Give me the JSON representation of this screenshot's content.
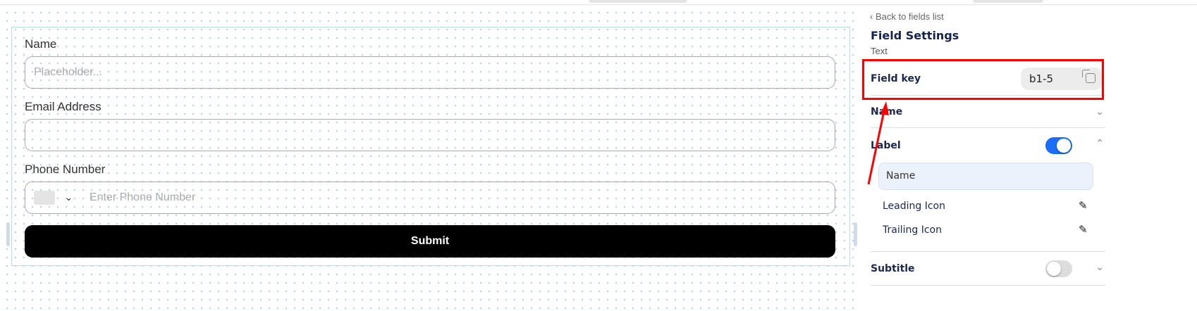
{
  "form": {
    "fields": [
      {
        "label": "Name",
        "placeholder": "Placeholder..."
      },
      {
        "label": "Email Address",
        "placeholder": ""
      },
      {
        "label": "Phone Number",
        "placeholder": "Enter Phone Number"
      }
    ],
    "submit_label": "Submit"
  },
  "panel": {
    "back_label": "Back to fields list",
    "title": "Field Settings",
    "field_type": "Text",
    "field_key_label": "Field key",
    "field_key_value": "b1-5",
    "sections": {
      "name": "Name",
      "label": "Label",
      "label_enabled": true,
      "label_value": "Name",
      "leading_icon": "Leading Icon",
      "trailing_icon": "Trailing Icon",
      "subtitle": "Subtitle",
      "subtitle_enabled": false
    }
  },
  "colors": {
    "accent": "#1a6ef5",
    "highlight": "#ff0000"
  }
}
